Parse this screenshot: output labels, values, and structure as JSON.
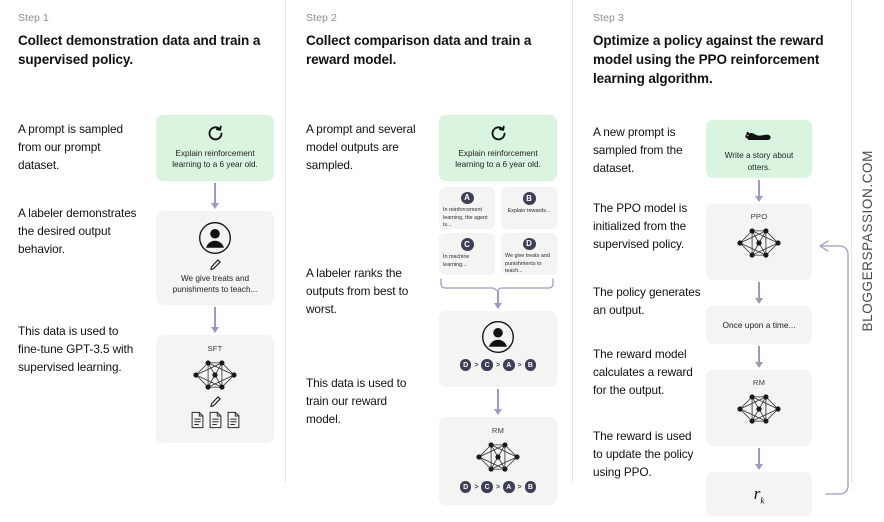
{
  "watermark": "BLOGGERSPASSION.COM",
  "colors": {
    "green_card": "#d9f5df",
    "gray_card": "#f4f4f3",
    "arrow": "#9b9bbf",
    "badge": "#3c3f55",
    "divider": "#e3e3e3"
  },
  "columns": [
    {
      "step_label": "Step 1",
      "title": "Collect demonstration data and train a supervised policy.",
      "captions": [
        "A prompt is sampled from our prompt dataset.",
        "A labeler demonstrates the desired output behavior.",
        "This data is used to fine-tune GPT-3.5 with supervised learning."
      ],
      "cards": [
        {
          "kind": "prompt-green",
          "icon": "refresh-icon",
          "text": "Explain reinforcement learning to a 6 year old."
        },
        {
          "kind": "labeler",
          "icon": "person-icon",
          "sub_icon": "pencil-icon",
          "text": "We give treats and punishments to teach..."
        },
        {
          "kind": "model",
          "label": "SFT",
          "icon": "neural-network-icon",
          "sub_icon": "pencil-icon",
          "extra_icon": "documents-icon"
        }
      ]
    },
    {
      "step_label": "Step 2",
      "title": "Collect comparison data and train a reward model.",
      "captions": [
        "A prompt and several model outputs are sampled.",
        "A labeler ranks the outputs from best to worst.",
        "This data is used to train our reward model."
      ],
      "cards": [
        {
          "kind": "prompt-green",
          "icon": "refresh-icon",
          "text": "Explain reinforcement learning to a 6 year old."
        },
        {
          "kind": "options",
          "options": [
            {
              "badge": "A",
              "text": "In reinforcement learning, the agent is..."
            },
            {
              "badge": "B",
              "text": "Explain rewards..."
            },
            {
              "badge": "C",
              "text": "In machine learning..."
            },
            {
              "badge": "D",
              "text": "We give treats and punishments to teach..."
            }
          ]
        },
        {
          "kind": "labeler-rank",
          "icon": "person-icon",
          "ranking": [
            "D",
            "C",
            "A",
            "B"
          ]
        },
        {
          "kind": "model-rank",
          "label": "RM",
          "icon": "neural-network-icon",
          "ranking": [
            "D",
            "C",
            "A",
            "B"
          ]
        }
      ]
    },
    {
      "step_label": "Step 3",
      "title": "Optimize a policy against the reward model using the PPO reinforcement learning algorithm.",
      "captions": [
        "A new prompt is sampled from the dataset.",
        "The PPO model is initialized from the supervised policy.",
        "The policy generates an output.",
        "The reward model calculates a reward for the output.",
        "The reward is used to update the policy using PPO."
      ],
      "cards": [
        {
          "kind": "prompt-green",
          "icon": "otter-icon",
          "text": "Write a story about otters."
        },
        {
          "kind": "model",
          "label": "PPO",
          "icon": "neural-network-icon"
        },
        {
          "kind": "output",
          "text": "Once upon a time..."
        },
        {
          "kind": "model",
          "label": "RM",
          "icon": "neural-network-icon"
        },
        {
          "kind": "reward",
          "value": "r",
          "subscript": "k"
        }
      ]
    }
  ]
}
